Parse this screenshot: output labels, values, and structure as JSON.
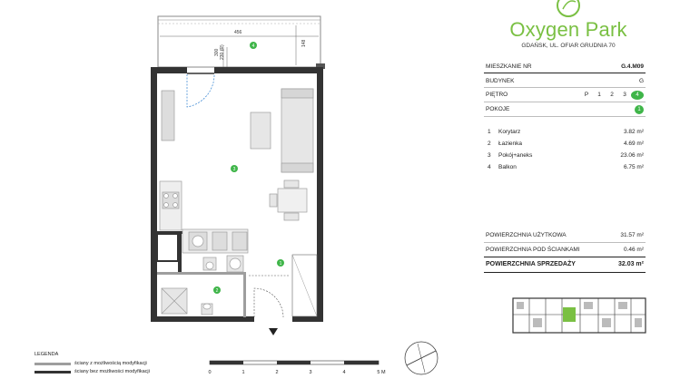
{
  "brand": {
    "name": "Oxygen Park",
    "address": "GDAŃSK, UL. OFIAR GRUDNIA 70"
  },
  "info": {
    "apartment_label": "MIESZKANIE NR",
    "apartment_value": "G.4.M09",
    "building_label": "BUDYNEK",
    "building_value": "G",
    "floor_label": "PIĘTRO",
    "floors": [
      "P",
      "1",
      "2",
      "3",
      "4"
    ],
    "selected_floor": "4",
    "rooms_label": "POKOJE",
    "rooms_value": "1"
  },
  "rooms": [
    {
      "num": "1",
      "name": "Korytarz",
      "area": "3.82 m²"
    },
    {
      "num": "2",
      "name": "Łazienka",
      "area": "4.69 m²"
    },
    {
      "num": "3",
      "name": "Pokój+aneks",
      "area": "23.06 m²"
    },
    {
      "num": "4",
      "name": "Balkon",
      "area": "6.75 m²"
    }
  ],
  "summary": {
    "usable_label": "POWIERZCHNIA UŻYTKOWA",
    "usable_value": "31.57 m²",
    "under_walls_label": "POWIERZCHNIA POD ŚCIANKAMI",
    "under_walls_value": "0.46 m²",
    "sale_label": "POWIERZCHNIA SPRZEDAŻY",
    "sale_value": "32.03 m²"
  },
  "legend": {
    "title": "LEGENDA",
    "items": [
      {
        "label": "ściany z możliwością modyfikacji",
        "color": "#9e9e9e"
      },
      {
        "label": "ściany bez możliwości modyfikacji",
        "color": "#333333"
      }
    ]
  },
  "scale": {
    "ticks": [
      "0",
      "1",
      "2",
      "3",
      "4",
      "5 M"
    ]
  },
  "plan": {
    "dims": {
      "balcony_width": "456",
      "balcony_depth": "148",
      "height_300": "300",
      "height_230": "230 (R)"
    },
    "room_markers": [
      "1",
      "2",
      "3",
      "4"
    ]
  },
  "colors": {
    "accent": "#3fb549",
    "logo": "#7ac043",
    "wall": "#333333",
    "fixture": "#b8b8b8"
  }
}
